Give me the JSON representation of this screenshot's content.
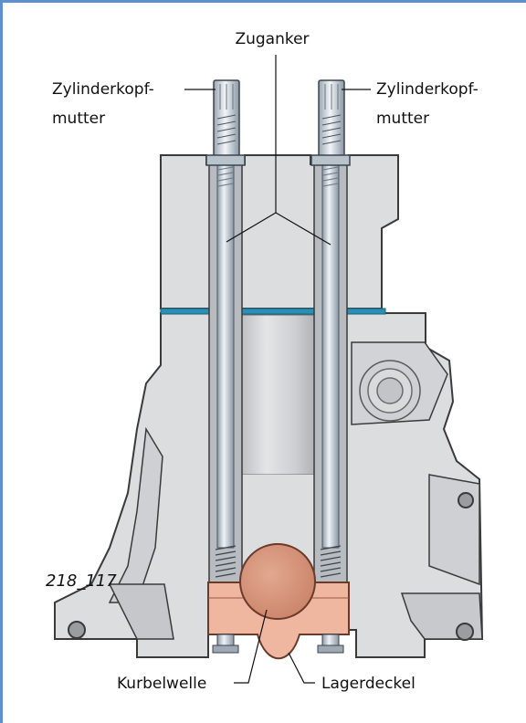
{
  "labels": {
    "zuganker": "Zuganker",
    "nut_left_line1": "Zylinderkopf-",
    "nut_left_line2": "mutter",
    "nut_right_line1": "Zylinderkopf-",
    "nut_right_line2": "mutter",
    "figure_code": "218_117",
    "crankshaft": "Kurbelwelle",
    "bearing_cap": "Lagerdeckel"
  },
  "colors": {
    "frame": "#5b8fd0",
    "block_gray": "#dcdddf",
    "head_gasket": "#2a8fb5",
    "crankshaft": "#d59379",
    "bearing_cap": "#efb6a0",
    "bolt_steel": "#c9d4de"
  }
}
